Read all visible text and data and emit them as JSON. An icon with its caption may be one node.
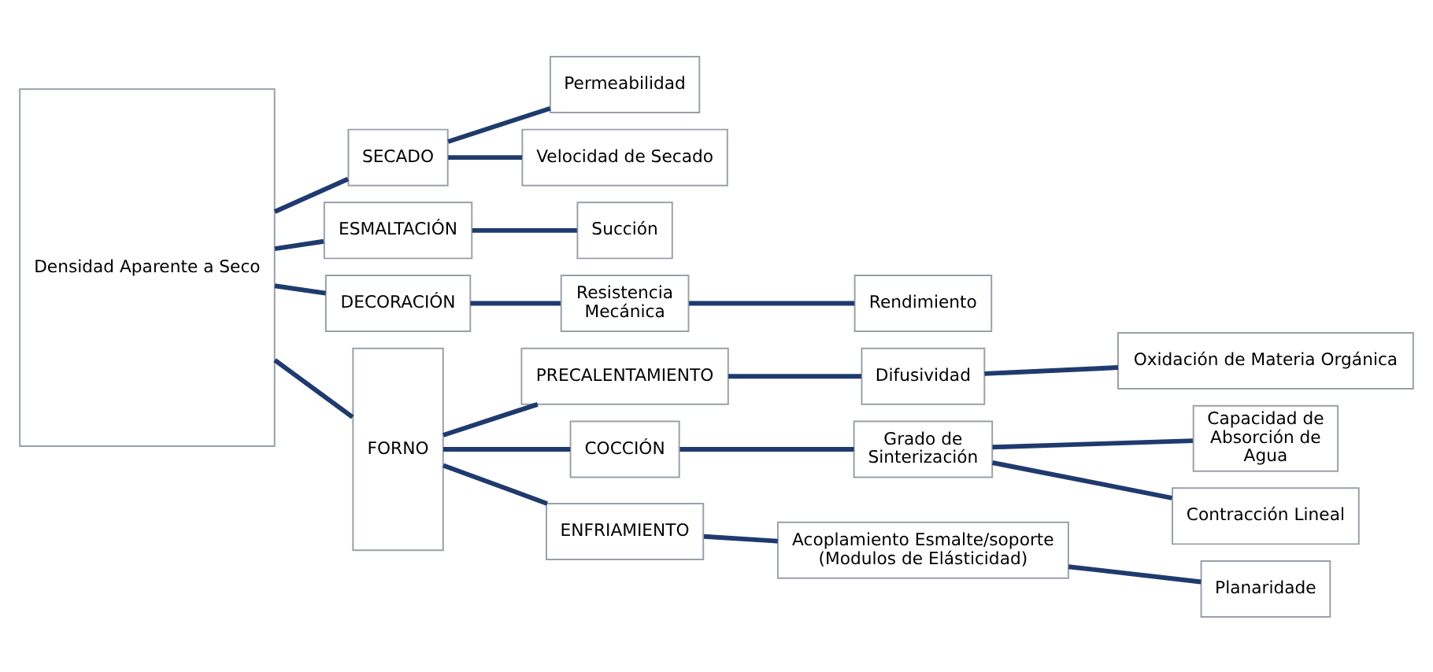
{
  "diagram": {
    "nodes": [
      {
        "text": [
          "Densidad Aparente a Seco"
        ]
      },
      {
        "text": [
          "SECADO"
        ]
      },
      {
        "text": [
          "Permeabilidad"
        ]
      },
      {
        "text": [
          "Velocidad de Secado"
        ]
      },
      {
        "text": [
          "ESMALTACIÓN"
        ]
      },
      {
        "text": [
          "Succión"
        ]
      },
      {
        "text": [
          "DECORACIÓN"
        ]
      },
      {
        "text": [
          "Resistencia Mecánica"
        ]
      },
      {
        "text": [
          "Rendimiento"
        ]
      },
      {
        "text": [
          "FORNO"
        ]
      },
      {
        "text": [
          "PRECALENTAMIENTO"
        ]
      },
      {
        "text": [
          "Difusividad"
        ]
      },
      {
        "text": [
          "Oxidación de Materia Orgánica"
        ]
      },
      {
        "text": [
          "COCCIÓN"
        ]
      },
      {
        "text": [
          "Grado de Sinterización"
        ]
      },
      {
        "text": [
          "Capacidad de Absorción de Agua"
        ]
      },
      {
        "text": [
          "Contracción Lineal"
        ]
      },
      {
        "text": [
          "ENFRIAMIENTO"
        ]
      },
      {
        "text": [
          "Acoplamiento Esmalte/soporte (Modulos de Elásticidad)"
        ]
      },
      {
        "text": [
          "Planaridade"
        ]
      }
    ],
    "edges": [
      {
        "from": 0,
        "to": 1,
        "arrow": "none"
      },
      {
        "from": 0,
        "to": 4,
        "arrow": "none"
      },
      {
        "from": 0,
        "to": 6,
        "arrow": "none"
      },
      {
        "from": 0,
        "to": 9,
        "arrow": "none"
      },
      {
        "from": 1,
        "to": 2,
        "arrow": "none"
      },
      {
        "from": 1,
        "to": 3,
        "arrow": "none"
      },
      {
        "from": 4,
        "to": 5,
        "arrow": "none"
      },
      {
        "from": 6,
        "to": 7,
        "arrow": "none"
      },
      {
        "from": 7,
        "to": 8,
        "arrow": "none"
      },
      {
        "from": 9,
        "to": 10,
        "arrow": "none"
      },
      {
        "from": 9,
        "to": 13,
        "arrow": "none"
      },
      {
        "from": 9,
        "to": 17,
        "arrow": "none"
      },
      {
        "from": 10,
        "to": 11,
        "arrow": "none"
      },
      {
        "from": 11,
        "to": 12,
        "arrow": "none"
      },
      {
        "from": 13,
        "to": 14,
        "arrow": "none"
      },
      {
        "from": 14,
        "to": 15,
        "arrow": "none"
      },
      {
        "from": 14,
        "to": 16,
        "arrow": "none"
      },
      {
        "from": 17,
        "to": 18,
        "arrow": "none"
      },
      {
        "from": 18,
        "to": 19,
        "arrow": "none"
      }
    ]
  }
}
